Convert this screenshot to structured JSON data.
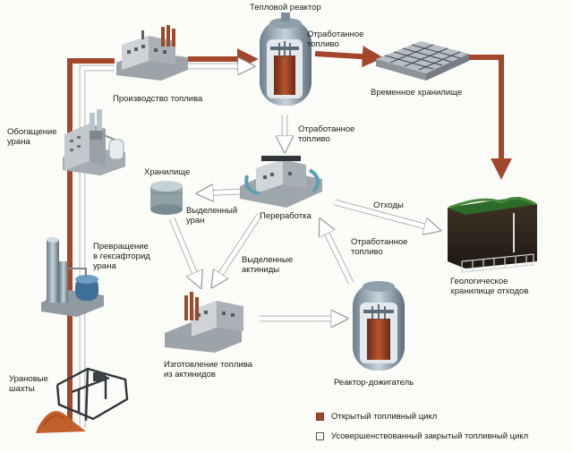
{
  "labels": {
    "thermal_reactor": "Тепловой реактор",
    "spent_fuel_top": "Отработанное\nтопливо",
    "fuel_production": "Производство топлива",
    "temp_storage": "Временное хранилище",
    "enrichment": "Обогащение\nурана",
    "spent_fuel_mid": "Отработанное\nтопливо",
    "storage": "Хранилище",
    "separated_uranium": "Выделенный\nуран",
    "reprocessing": "Переработка",
    "waste": "Отходы",
    "conversion": "Превращение\nв гексафторид\nурана",
    "separated_actinides": "Выделенные\nактиниды",
    "spent_fuel_burner": "Отработанное\nтопливо",
    "geological_repository": "Геологическое\nхранилище отходов",
    "actinide_fuel": "Изготовление топлива\nиз актинидов",
    "burner_reactor": "Реактор-дожигатель",
    "uranium_mines": "Урановые\nшахты"
  },
  "legend": [
    {
      "label": "Открытый топливный цикл",
      "color": "#a3472c"
    },
    {
      "label": "Усовершенствованный закрытый топливный цикл",
      "color": "#ffffff"
    }
  ],
  "colors": {
    "open_cycle": "#a3472c",
    "closed_cycle": "#ffffff",
    "closed_cycle_edge": "#9a9a9a"
  }
}
